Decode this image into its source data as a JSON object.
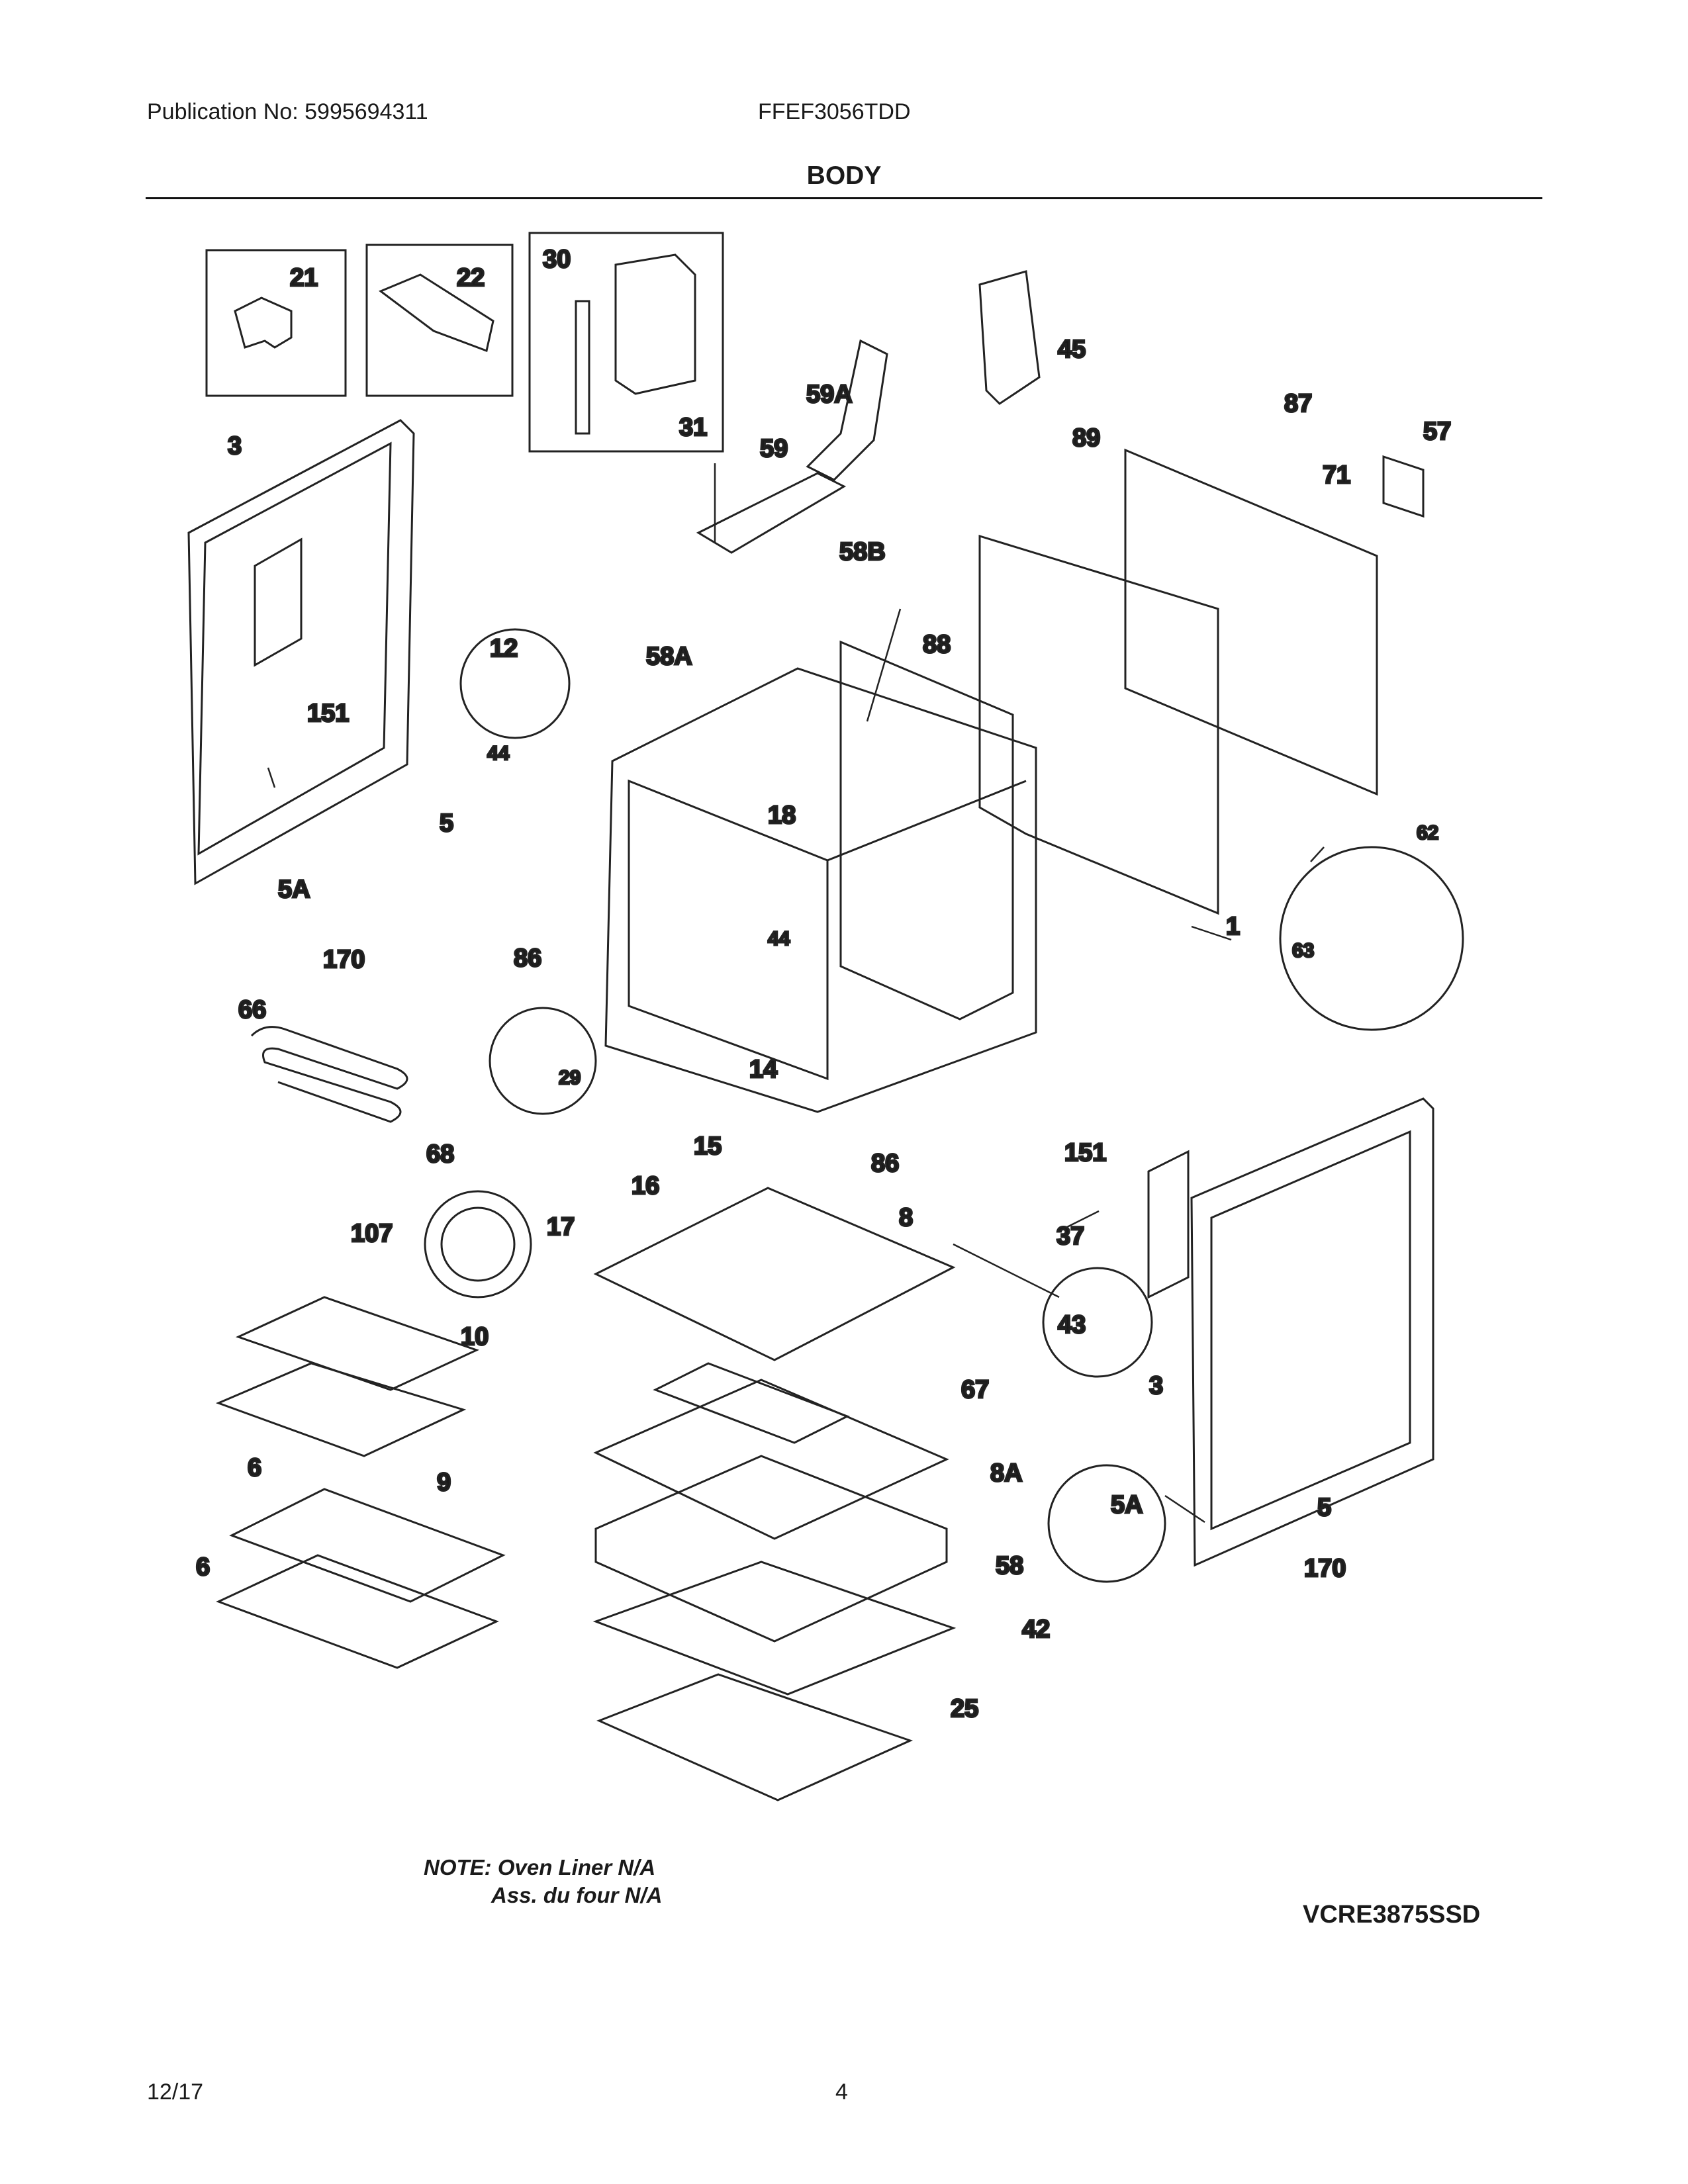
{
  "header": {
    "publication": "Publication No: 5995694311",
    "model": "FFEF3056TDD",
    "title": "BODY"
  },
  "part_labels": [
    "21",
    "22",
    "30",
    "31",
    "45",
    "59A",
    "59",
    "87",
    "57",
    "89",
    "71",
    "58B",
    "88",
    "3",
    "151",
    "12",
    "58A",
    "44",
    "18",
    "5",
    "5A",
    "170",
    "86",
    "1",
    "62",
    "63",
    "66",
    "29",
    "14",
    "68",
    "15",
    "16",
    "17",
    "107",
    "8",
    "37",
    "43",
    "10",
    "67",
    "9",
    "8A",
    "6",
    "58",
    "5A",
    "5",
    "170",
    "42",
    "25",
    "3",
    "151",
    "86",
    "44",
    "6"
  ],
  "footer": {
    "note_line1": "NOTE: Oven Liner N/A",
    "note_line2": "Ass. du four N/A",
    "drawing_code": "VCRE3875SSD",
    "date": "12/17",
    "page": "4"
  }
}
